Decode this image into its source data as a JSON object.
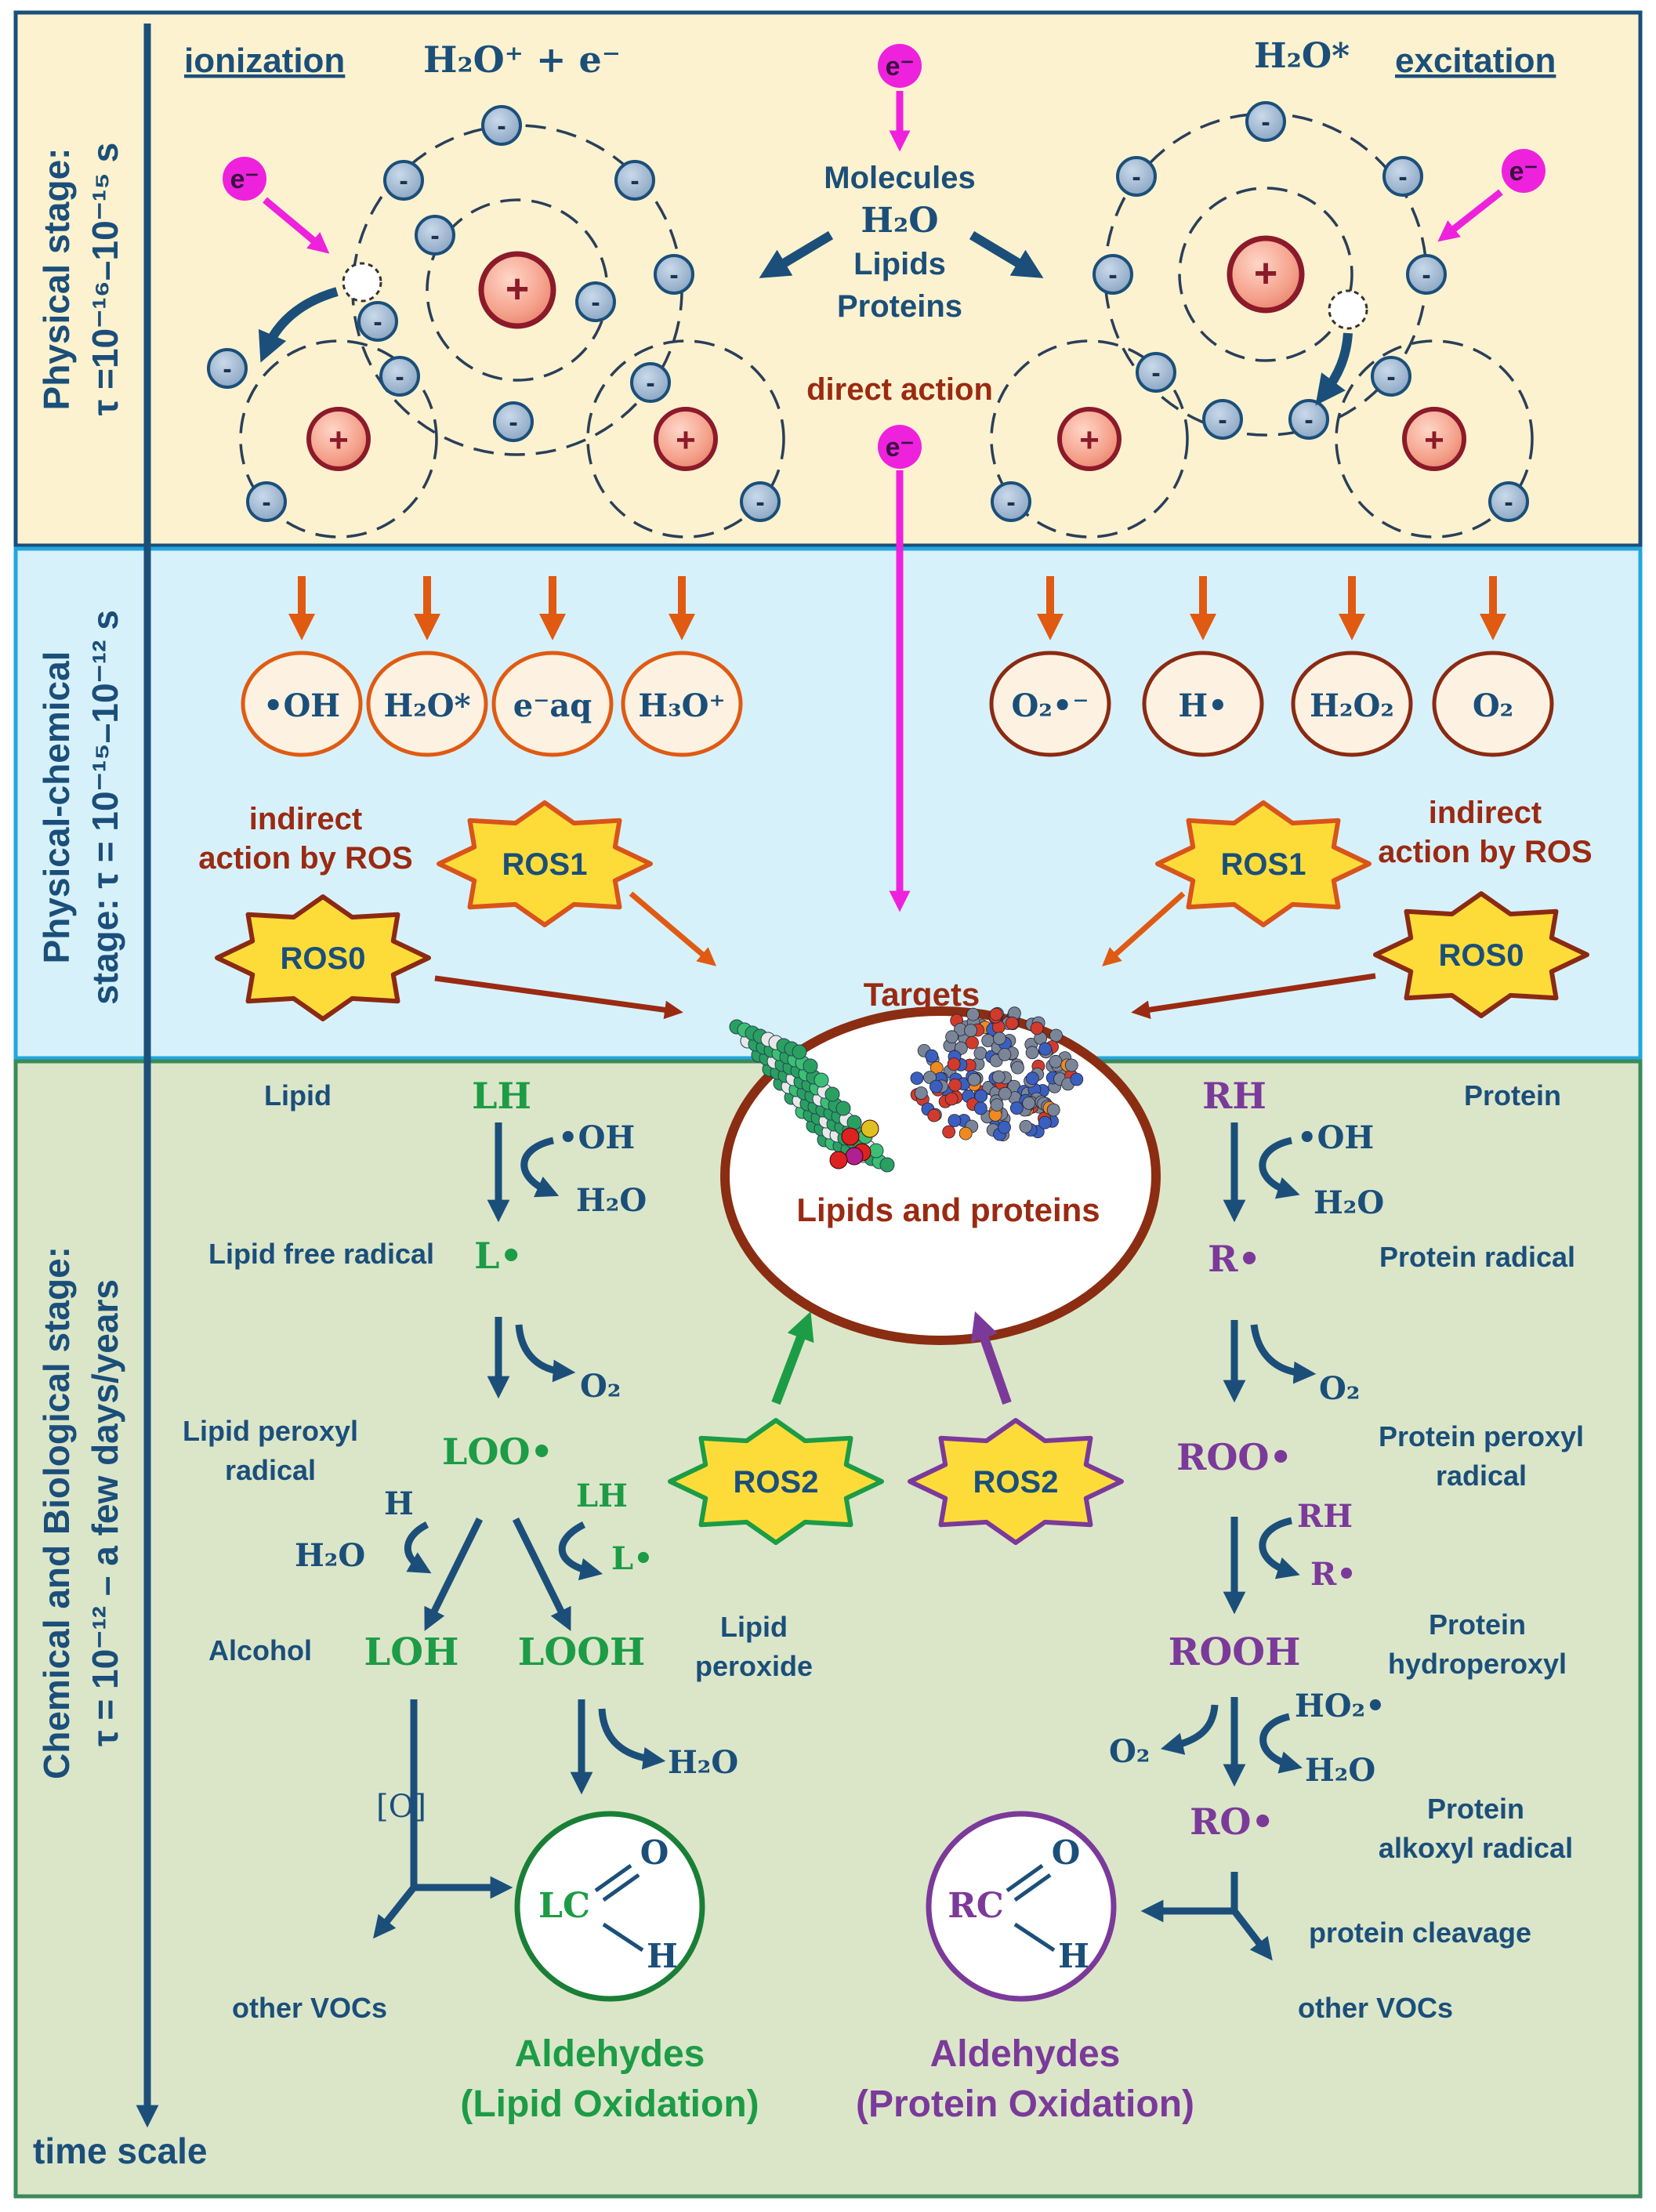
{
  "colors": {
    "physical_bg": "#fdf2cf",
    "physchem_bg": "#d7f1fb",
    "chembio_bg": "#dbe6c9",
    "navy": "#1b4f7a",
    "magenta": "#ee22dd",
    "orange": "#e05a12",
    "dark_red": "#9a2a12",
    "green": "#1c9c45",
    "purple": "#7b3a9a",
    "electron": "#8faac5",
    "ros_fill": "#fddc3a"
  },
  "physical": {
    "stage_label_1": "Physical stage:",
    "stage_label_2": "τ =10⁻¹⁶–10⁻¹⁵ s",
    "ionization": "ionization",
    "ionization_formula": "H₂O⁺ + e⁻",
    "excitation": "excitation",
    "excitation_formula": "H₂O*",
    "electron": "e⁻",
    "molecules": "Molecules",
    "h2o": "H₂O",
    "lipids": "Lipids",
    "proteins": "Proteins",
    "direct_action": "direct action",
    "minus": "-",
    "plus": "+"
  },
  "physchem": {
    "stage_label_1": "Physical-chemical",
    "stage_label_2": "stage: τ = 10⁻¹⁵–10⁻¹² s",
    "species_left": [
      "•OH",
      "H₂O*",
      "e⁻aq",
      "H₃O⁺"
    ],
    "species_right": [
      "O₂•⁻",
      "H•",
      "H₂O₂",
      "O₂"
    ],
    "indirect_left_1": "indirect",
    "indirect_left_2": "action by ROS",
    "indirect_right_1": "indirect",
    "indirect_right_2": "action by ROS",
    "ros1": "ROS1",
    "ros0": "ROS0"
  },
  "targets": {
    "title": "Targets",
    "subtitle": "Lipids and proteins"
  },
  "chembio": {
    "stage_label_1": "Chemical and Biological stage:",
    "stage_label_2": "τ = 10⁻¹² – a few days/years",
    "time_scale": "time scale",
    "ros2": "ROS2",
    "lipid": {
      "label": "Lipid",
      "LH": "LH",
      "OH": "•OH",
      "H2O": "H₂O",
      "free_radical_label": "Lipid free radical",
      "L_radical": "L•",
      "O2": "O₂",
      "peroxyl_label_1": "Lipid peroxyl",
      "peroxyl_label_2": "radical",
      "LOO": "LOO•",
      "H": "H",
      "H2O_b": "H₂O",
      "LH_b": "LH",
      "L_b": "L•",
      "alcohol_label": "Alcohol",
      "LOH": "LOH",
      "LOOH": "LOOH",
      "peroxide_label_1": "Lipid",
      "peroxide_label_2": "peroxide",
      "H2O_c": "H₂O",
      "oxidant": "[O]",
      "other_vocs": "other VOCs",
      "aldehyde_R": "LC",
      "aldehyde_O": "O",
      "aldehyde_H": "H",
      "aldehydes_1": "Aldehydes",
      "aldehydes_2": "(Lipid Oxidation)"
    },
    "protein": {
      "label": "Protein",
      "RH": "RH",
      "OH": "•OH",
      "H2O": "H₂O",
      "radical_label": "Protein radical",
      "R_radical": "R•",
      "O2": "O₂",
      "peroxyl_label_1": "Protein peroxyl",
      "peroxyl_label_2": "radical",
      "ROO": "ROO•",
      "RH_b": "RH",
      "R_b": "R•",
      "ROOH": "ROOH",
      "hydroperoxyl_label_1": "Protein",
      "hydroperoxyl_label_2": "hydroperoxyl",
      "O2_b": "O₂",
      "HO2": "HO₂•",
      "H2O_b": "H₂O",
      "RO": "RO•",
      "alkoxyl_label_1": "Protein",
      "alkoxyl_label_2": "alkoxyl radical",
      "cleavage": "protein cleavage",
      "other_vocs": "other VOCs",
      "aldehyde_R": "RC",
      "aldehyde_O": "O",
      "aldehyde_H": "H",
      "aldehydes_1": "Aldehydes",
      "aldehydes_2": "(Protein Oxidation)"
    }
  }
}
